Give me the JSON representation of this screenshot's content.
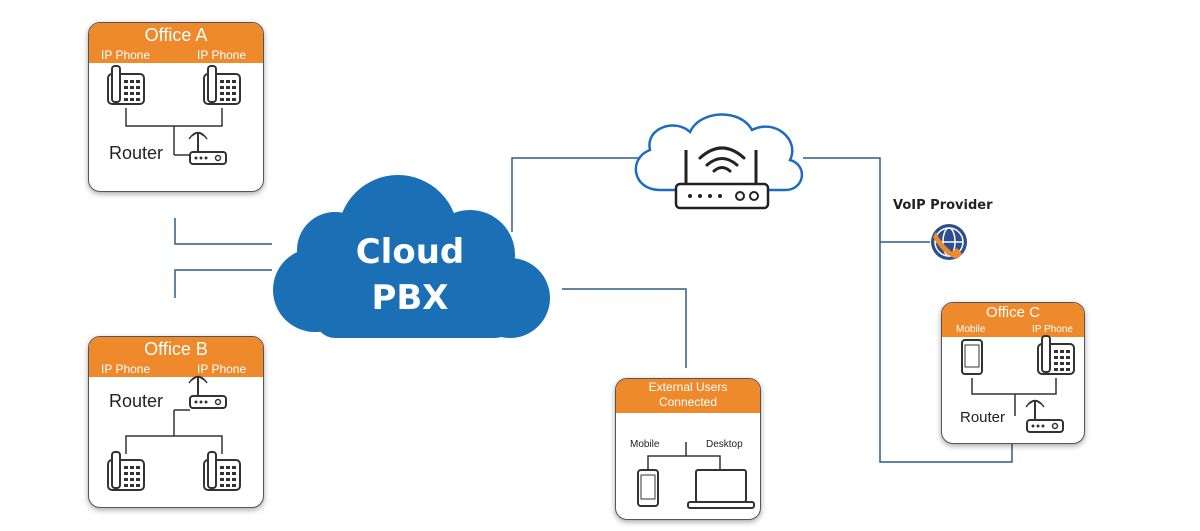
{
  "cloud_pbx": {
    "line1": "Cloud",
    "line2": "PBX"
  },
  "office_a": {
    "title": "Office A",
    "left_phone": "IP Phone",
    "right_phone": "IP Phone",
    "router": "Router"
  },
  "office_b": {
    "title": "Office B",
    "left_phone": "IP Phone",
    "right_phone": "IP Phone",
    "router": "Router"
  },
  "office_c": {
    "title": "Office C",
    "mobile": "Mobile",
    "ip_phone": "IP Phone",
    "router": "Router"
  },
  "external_users": {
    "title_line1": "External Users",
    "title_line2": "Connected",
    "mobile": "Mobile",
    "desktop": "Desktop"
  },
  "voip_provider": {
    "label": "VoIP Provider"
  },
  "colors": {
    "accent_orange": "#ee8a2c",
    "cloud_blue": "#1a6fb5",
    "line_blue": "#2d5f86",
    "icon_blue": "#1e6cc0"
  }
}
